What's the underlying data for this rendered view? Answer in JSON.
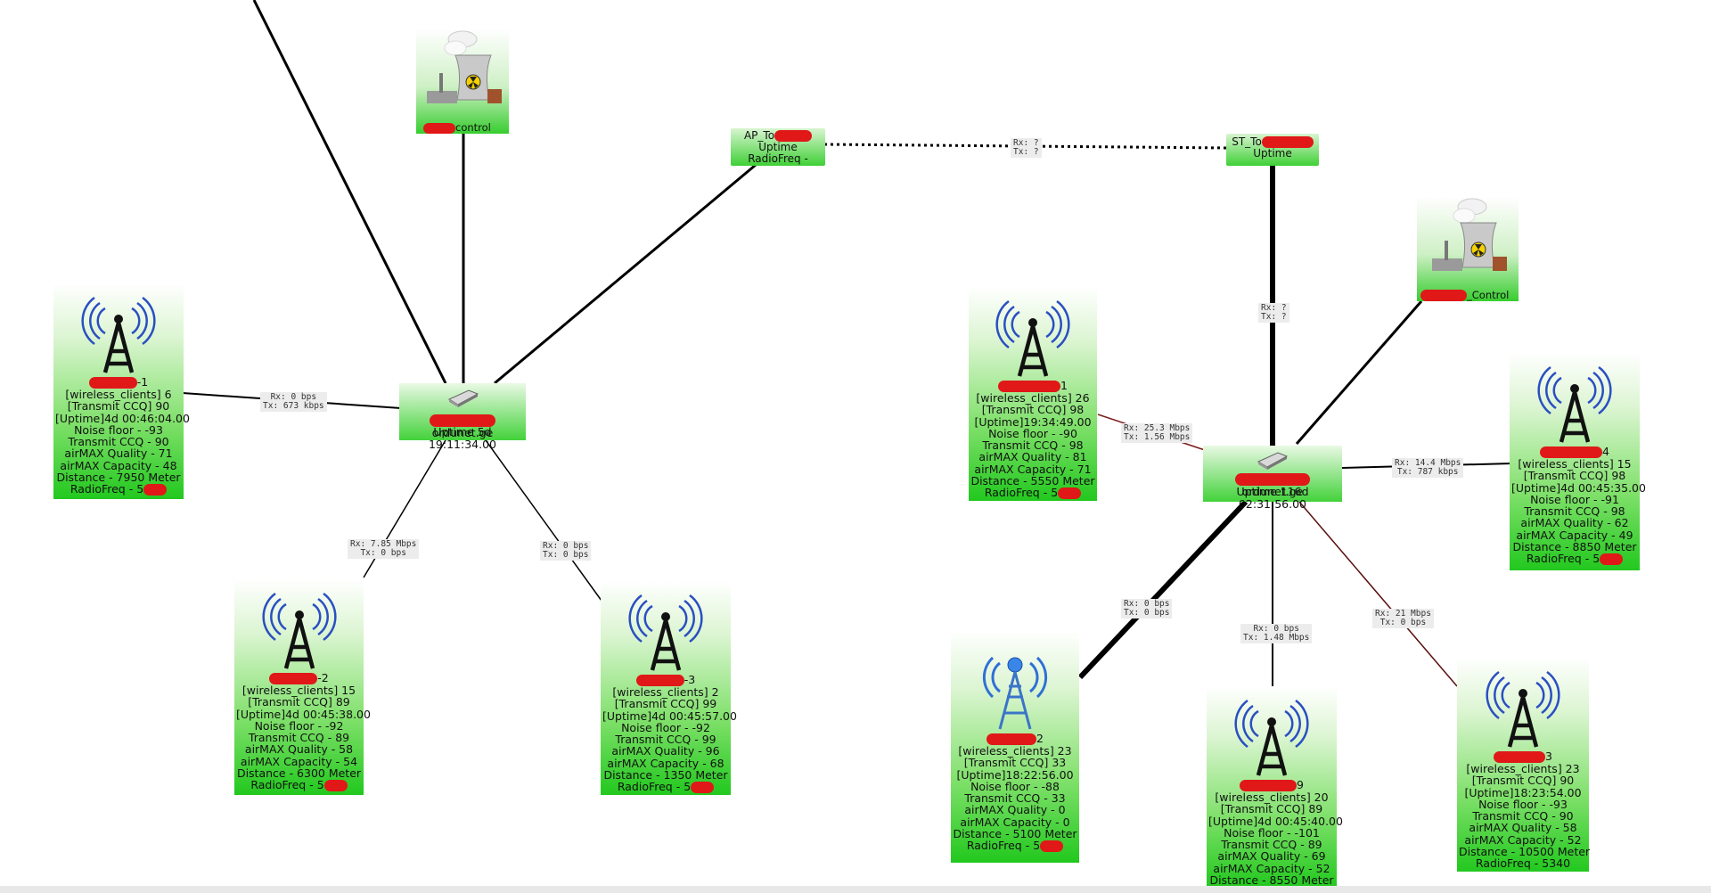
{
  "links": [
    {
      "rx": "Rx: 0 bps",
      "tx": "Tx: 673 kbps"
    },
    {
      "rx": "Rx: 7.85 Mbps",
      "tx": "Tx: 0 bps"
    },
    {
      "rx": "Rx: 0 bps",
      "tx": "Tx: 0 bps"
    },
    {
      "rx": "Rx: ?",
      "tx": "Tx: ?"
    },
    {
      "rx": "Rx: ?",
      "tx": "Tx: ?"
    },
    {
      "rx": "Rx: 25.3 Mbps",
      "tx": "Tx: 1.56 Mbps"
    },
    {
      "rx": "Rx: 14.4 Mbps",
      "tx": "Tx: 787 kbps"
    },
    {
      "rx": "Rx: 0 bps",
      "tx": "Tx: 0 bps"
    },
    {
      "rx": "Rx: 0 bps",
      "tx": "Tx: 1.48 Mbps"
    },
    {
      "rx": "Rx: 21 Mbps",
      "tx": "Tx: 0 bps"
    }
  ],
  "routers": [
    {
      "name_suffix": "ordunet.ge",
      "uptime": "Uptime 5d 19:11:34.00"
    },
    {
      "name_suffix": "ordunet.ge",
      "uptime": "Uptime 116d 02:31:56.00"
    }
  ],
  "plants": [
    {
      "label": "control"
    },
    {
      "label": "_Control"
    }
  ],
  "bridges": [
    {
      "line1": "AP_To",
      "line2": "Uptime",
      "line3": "RadioFreq -"
    },
    {
      "line1": "ST_To",
      "line2": "Uptime"
    }
  ],
  "towers": [
    {
      "suffix": "-1",
      "lines": [
        "[wireless_clients] 6",
        "[Transmit CCQ] 90",
        "[Uptime]4d 00:46:04.00",
        "Noise floor - -93",
        "Transmit CCQ - 90",
        "airMAX Quality - 71",
        "airMAX Capacity - 48",
        "Distance - 7950 Meter",
        "RadioFreq - 5"
      ]
    },
    {
      "suffix": "-2",
      "lines": [
        "[wireless_clients] 15",
        "[Transmit CCQ] 89",
        "[Uptime]4d 00:45:38.00",
        "Noise floor - -92",
        "Transmit CCQ - 89",
        "airMAX Quality - 58",
        "airMAX Capacity - 54",
        "Distance - 6300 Meter",
        "RadioFreq - 5"
      ]
    },
    {
      "suffix": "-3",
      "lines": [
        "[wireless_clients] 2",
        "[Transmit CCQ] 99",
        "[Uptime]4d 00:45:57.00",
        "Noise floor - -92",
        "Transmit CCQ - 99",
        "airMAX Quality - 96",
        "airMAX Capacity - 68",
        "Distance - 1350 Meter",
        "RadioFreq - 5"
      ]
    },
    {
      "suffix": "1",
      "lines": [
        "[wireless_clients] 26",
        "[Transmit CCQ] 98",
        "[Uptime]19:34:49.00",
        "Noise floor - -90",
        "Transmit CCQ - 98",
        "airMAX Quality - 81",
        "airMAX Capacity - 71",
        "Distance - 5550 Meter",
        "RadioFreq - 5"
      ]
    },
    {
      "suffix": "4",
      "lines": [
        "[wireless_clients] 15",
        "[Transmit CCQ] 98",
        "[Uptime]4d 00:45:35.00",
        "Noise floor - -91",
        "Transmit CCQ - 98",
        "airMAX Quality - 62",
        "airMAX Capacity - 49",
        "Distance - 8850 Meter",
        "RadioFreq - 5"
      ]
    },
    {
      "suffix": "2",
      "lines": [
        "[wireless_clients] 23",
        "[Transmit CCQ] 33",
        "[Uptime]18:22:56.00",
        "Noise floor - -88",
        "Transmit CCQ - 33",
        "airMAX Quality - 0",
        "airMAX Capacity - 0",
        "Distance - 5100 Meter",
        "RadioFreq - 5"
      ]
    },
    {
      "suffix": "9",
      "lines": [
        "[wireless_clients] 20",
        "[Transmit CCQ] 89",
        "[Uptime]4d 00:45:40.00",
        "Noise floor - -101",
        "Transmit CCQ - 89",
        "airMAX Quality - 69",
        "airMAX Capacity - 52",
        "Distance - 8550 Meter"
      ]
    },
    {
      "suffix": "3",
      "lines": [
        "[wireless_clients] 23",
        "[Transmit CCQ] 90",
        "[Uptime]18:23:54.00",
        "Noise floor - -93",
        "Transmit CCQ - 90",
        "airMAX Quality - 58",
        "airMAX Capacity - 52",
        "Distance - 10500 Meter",
        "RadioFreq - 5340"
      ]
    }
  ]
}
